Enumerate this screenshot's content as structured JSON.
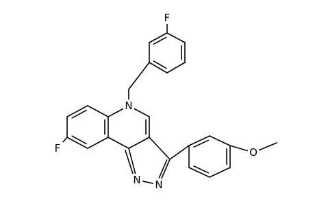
{
  "colors": {
    "background": "#ffffff",
    "bond": "#000000",
    "label": "#000000"
  },
  "atoms": {
    "fluorine_top": "F",
    "nitrogen_ring": "N",
    "fluorine_left": "F",
    "nitrogen_n1": "N",
    "nitrogen_n2": "N",
    "oxygen": "O"
  }
}
